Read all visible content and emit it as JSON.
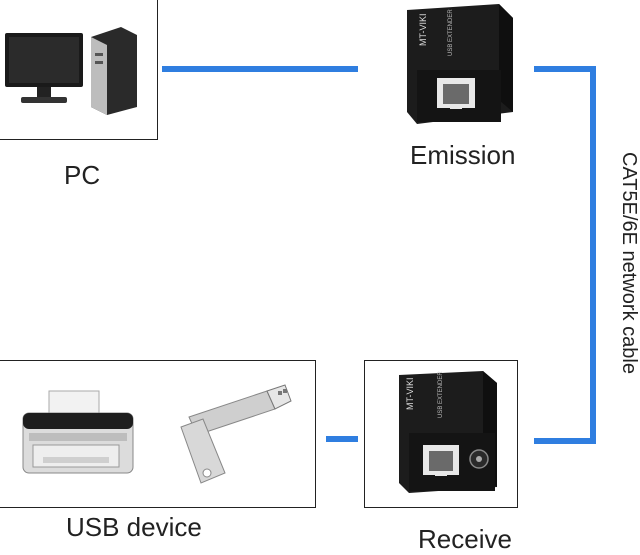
{
  "nodes": {
    "pc": {
      "label": "PC"
    },
    "emission": {
      "label": "Emission",
      "device_text": "MT-VIKI",
      "panel_text": "USB EXTENDER"
    },
    "usb_device": {
      "label": "USB device"
    },
    "receive": {
      "label": "Receive",
      "device_text": "MT-VIKI",
      "panel_text": "USB EXTENDER"
    }
  },
  "cable": {
    "label": "CAT5E/6E network cable",
    "color": "#2f7ee0"
  }
}
